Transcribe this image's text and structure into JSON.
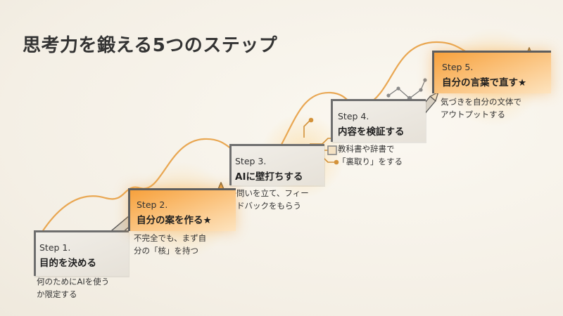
{
  "title": "思考力を鍛える5つのステップ",
  "steps": [
    {
      "label": "Step 1.",
      "name": "目的を決める",
      "desc_lines": [
        "何のためにAIを使う",
        "か限定する"
      ],
      "highlight": false,
      "decor": "pencil-icon"
    },
    {
      "label": "Step 2.",
      "name": "自分の案を作る★",
      "desc_lines": [
        "不完全でも、まず自",
        "分の「核」を持つ"
      ],
      "highlight": true,
      "decor": "star-icon"
    },
    {
      "label": "Step 3.",
      "name": "AIに壁打ちする",
      "desc_lines": [
        "問いを立て、フィー",
        "ドバックをもらう"
      ],
      "highlight": false,
      "decor": "circuit-icon"
    },
    {
      "label": "Step 4.",
      "name": "内容を検証する",
      "desc_lines": [
        "教科書や辞書で",
        "「裏取り」をする"
      ],
      "highlight": false,
      "decor": "pen-network-icon"
    },
    {
      "label": "Step 5.",
      "name": "自分の言葉で直す★",
      "desc_lines": [
        "気づきを自分の文体で",
        "アウトプットする"
      ],
      "highlight": true,
      "decor": "star-icon"
    }
  ],
  "colors": {
    "accent": "#f7a13c",
    "line": "#e8a24a",
    "ink": "#2b2b2b"
  }
}
